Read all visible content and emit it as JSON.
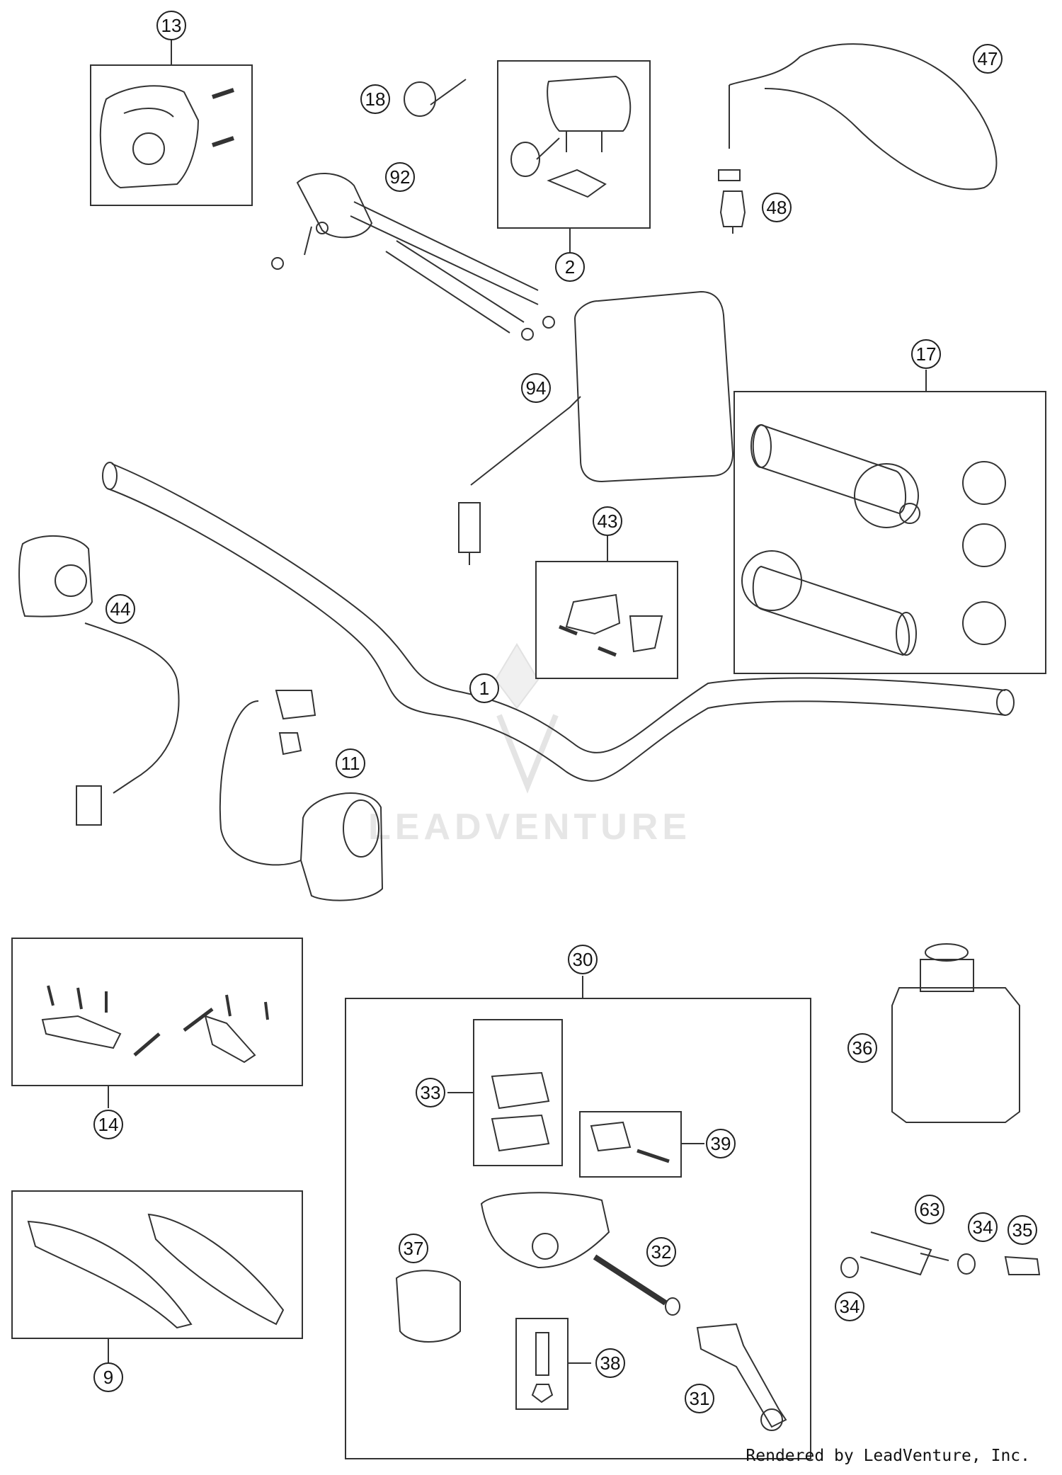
{
  "watermark": "LEADVENTURE",
  "credit": "Rendered by LeadVenture, Inc.",
  "callouts": {
    "c1": "1",
    "c2": "2",
    "c9": "9",
    "c11": "11",
    "c13": "13",
    "c14": "14",
    "c17": "17",
    "c18": "18",
    "c30": "30",
    "c31": "31",
    "c32": "32",
    "c33": "33",
    "c34a": "34",
    "c34b": "34",
    "c35": "35",
    "c36": "36",
    "c37": "37",
    "c38": "38",
    "c39": "39",
    "c43": "43",
    "c44": "44",
    "c47": "47",
    "c48": "48",
    "c63": "63",
    "c92": "92",
    "c94": "94"
  }
}
